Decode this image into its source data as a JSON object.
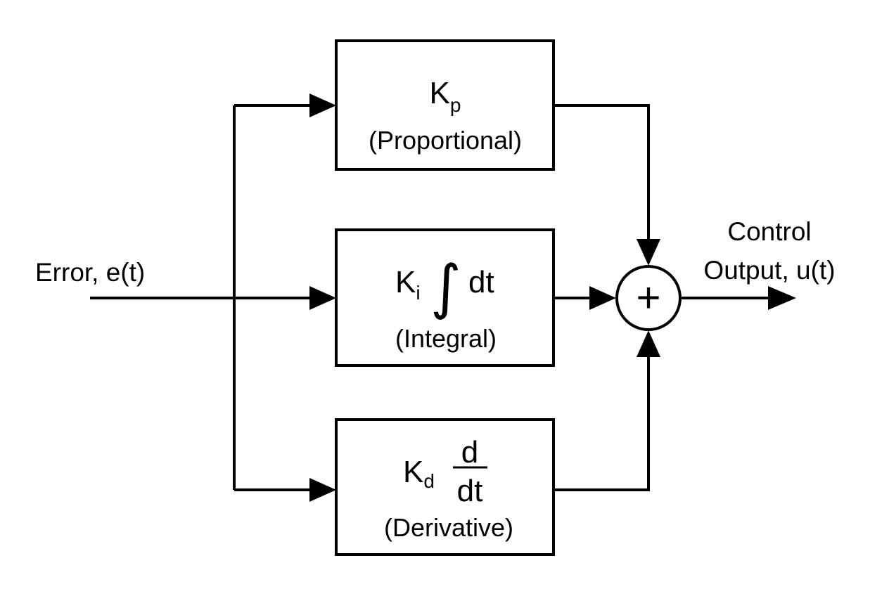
{
  "input": {
    "label": "Error, e(t)"
  },
  "output": {
    "label_line1": "Control",
    "label_line2": "Output, u(t)"
  },
  "blocks": {
    "proportional": {
      "gain": "K",
      "gain_subscript": "p",
      "description": "(Proportional)"
    },
    "integral": {
      "gain": "K",
      "gain_subscript": "i",
      "operator_symbol": "∫",
      "operator_text": "dt",
      "description": "(Integral)"
    },
    "derivative": {
      "gain": "K",
      "gain_subscript": "d",
      "numerator": "d",
      "denominator": "dt",
      "description": "(Derivative)"
    }
  },
  "summing_junction": {
    "symbol": "+"
  }
}
